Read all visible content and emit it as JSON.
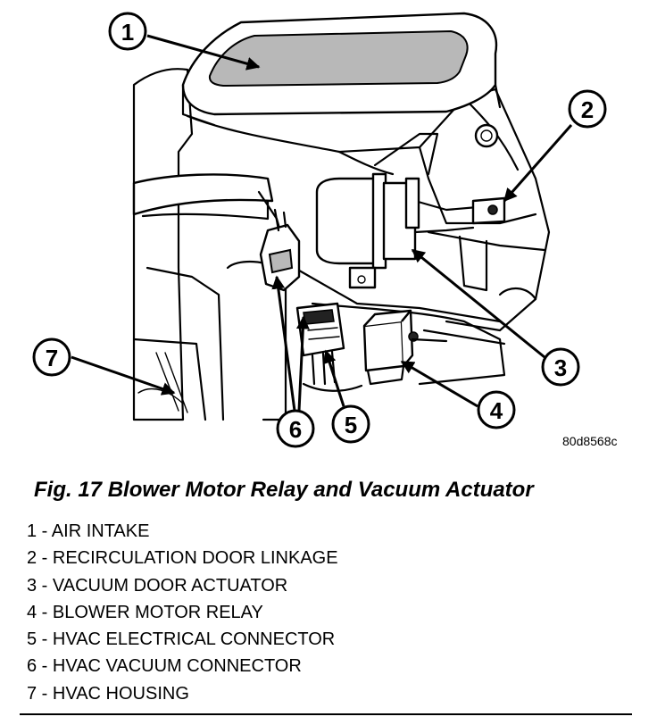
{
  "figure_code": "80d8568c",
  "caption": "Fig. 17 Blower Motor Relay and Vacuum Actuator",
  "callouts": [
    "1",
    "2",
    "3",
    "4",
    "5",
    "6",
    "7"
  ],
  "legend": [
    "1 - AIR INTAKE",
    "2 - RECIRCULATION DOOR LINKAGE",
    "3 - VACUUM DOOR ACTUATOR",
    "4 - BLOWER MOTOR RELAY",
    "5 - HVAC ELECTRICAL CONNECTOR",
    "6 - HVAC VACUUM CONNECTOR",
    "7 - HVAC HOUSING"
  ]
}
